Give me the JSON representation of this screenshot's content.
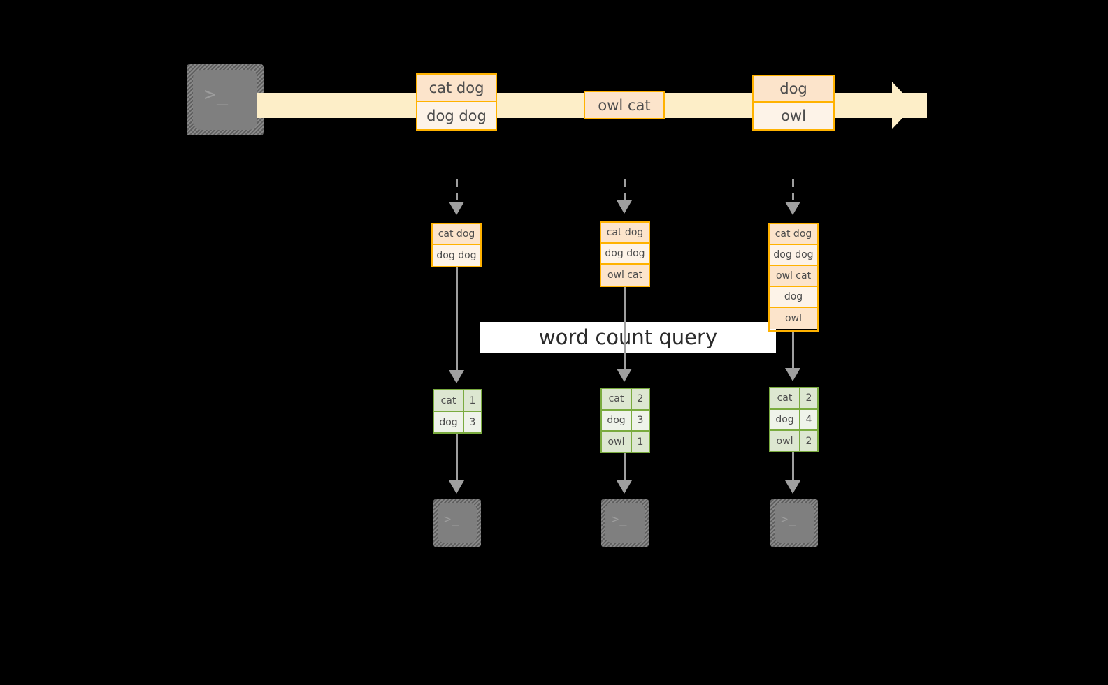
{
  "diagram": {
    "title_label": "word count query",
    "colors": {
      "background": "#000000",
      "stream_band": "#fdeec8",
      "orange_border": "#ffb200",
      "orange_cell_dark": "#fce4cb",
      "orange_cell_light": "#fdf3e8",
      "green_border": "#7aab3f",
      "green_cell_dark": "#dde7d1",
      "green_cell_light": "#eff3ea",
      "connector_gray": "#9f9f9f",
      "terminal_gray": "#7f7f7f",
      "label_background": "#ffffff",
      "text": "#4d4d4d"
    },
    "source": {
      "icon": "terminal-icon",
      "glyph": ">_"
    },
    "stream": {
      "icon": "stream-arrow-icon",
      "events": [
        {
          "name": "event-group-1",
          "rows": [
            {
              "text": "cat dog",
              "shade": "dark"
            },
            {
              "text": "dog dog",
              "shade": "light"
            }
          ]
        },
        {
          "name": "event-group-2",
          "rows": [
            {
              "text": "owl cat",
              "shade": "dark"
            }
          ]
        },
        {
          "name": "event-group-3",
          "rows": [
            {
              "text": "dog",
              "shade": "dark"
            },
            {
              "text": "owl",
              "shade": "light"
            }
          ]
        }
      ]
    },
    "snapshots": [
      {
        "name": "snapshot-t1",
        "input_rows": [
          {
            "text": "cat dog",
            "shade": "dark"
          },
          {
            "text": "dog dog",
            "shade": "light"
          }
        ],
        "result_rows": [
          {
            "word": "cat",
            "count": "1",
            "shade": "dark"
          },
          {
            "word": "dog",
            "count": "3",
            "shade": "light"
          }
        ],
        "sink": {
          "icon": "terminal-icon",
          "glyph": ">_"
        }
      },
      {
        "name": "snapshot-t2",
        "input_rows": [
          {
            "text": "cat dog",
            "shade": "dark"
          },
          {
            "text": "dog dog",
            "shade": "light"
          },
          {
            "text": "owl cat",
            "shade": "dark"
          }
        ],
        "result_rows": [
          {
            "word": "cat",
            "count": "2",
            "shade": "dark"
          },
          {
            "word": "dog",
            "count": "3",
            "shade": "light"
          },
          {
            "word": "owl",
            "count": "1",
            "shade": "dark"
          }
        ],
        "sink": {
          "icon": "terminal-icon",
          "glyph": ">_"
        }
      },
      {
        "name": "snapshot-t3",
        "input_rows": [
          {
            "text": "cat dog",
            "shade": "dark"
          },
          {
            "text": "dog dog",
            "shade": "light"
          },
          {
            "text": "owl cat",
            "shade": "dark"
          },
          {
            "text": "dog",
            "shade": "light"
          },
          {
            "text": "owl",
            "shade": "dark"
          }
        ],
        "result_rows": [
          {
            "word": "cat",
            "count": "2",
            "shade": "dark"
          },
          {
            "word": "dog",
            "count": "4",
            "shade": "light"
          },
          {
            "word": "owl",
            "count": "2",
            "shade": "dark"
          }
        ],
        "sink": {
          "icon": "terminal-icon",
          "glyph": ">_"
        }
      }
    ]
  }
}
